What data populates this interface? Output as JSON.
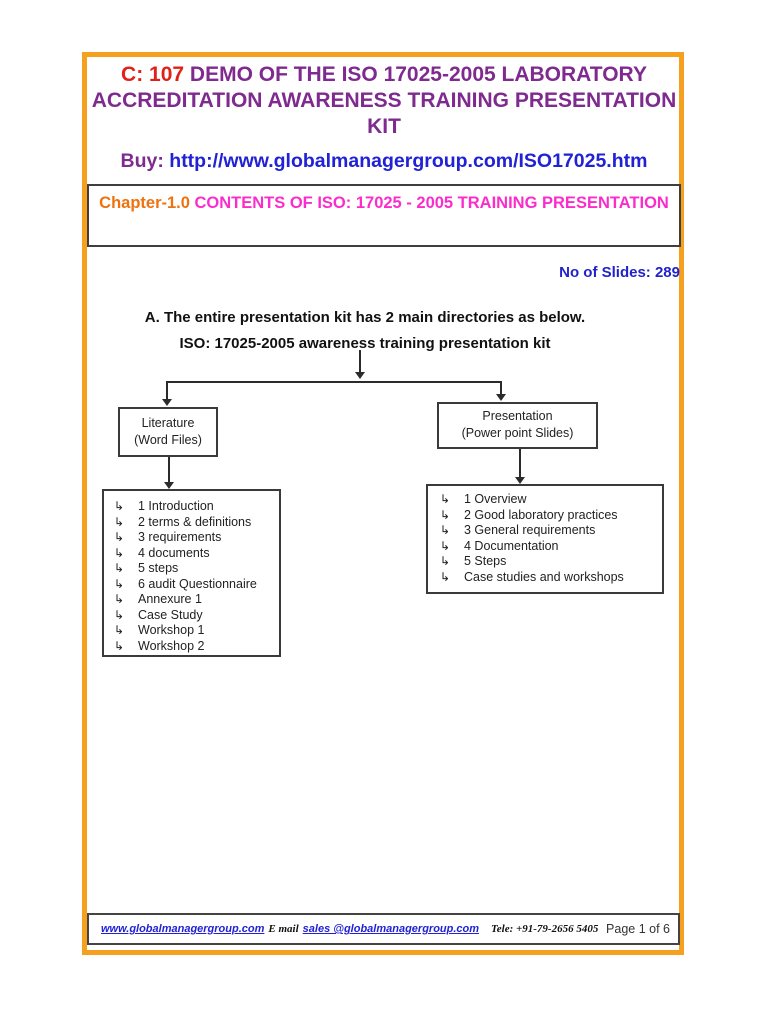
{
  "colors": {
    "frame-orange": "#F5A01E",
    "title-purple": "#7E2A8E",
    "title-red": "#E02119",
    "link-blue": "#2121D6",
    "chapter-orange": "#EE720D",
    "chapter-magenta": "#FB2CCB",
    "slides-blue": "#2222CC",
    "line-black": "#2B2B2B"
  },
  "header": {
    "title_prefix": "C: 107",
    "title_rest": " DEMO OF THE ISO 17025-2005 LABORATORY ACCREDITATION AWARENESS TRAINING PRESENTATION KIT",
    "buy_label": "Buy: ",
    "buy_url": "http://www.globalmanagergroup.com/ISO17025.htm",
    "chapter_label": "Chapter-1.0 ",
    "chapter_title": "CONTENTS OF ISO: 17025 - 2005 TRAINING PRESENTATION",
    "slides_count": "No of Slides: 289"
  },
  "section": {
    "heading_line1": "A. The entire presentation kit has 2 main directories as below.",
    "heading_line2": "ISO: 17025-2005 awareness training presentation kit"
  },
  "diagram": {
    "bullet": "↳",
    "left_node": {
      "line1": "Literature",
      "line2": "(Word Files)"
    },
    "right_node": {
      "line1": "Presentation",
      "line2": "(Power point Slides)"
    },
    "left_items": [
      "1 Introduction",
      "2 terms & definitions",
      "3 requirements",
      "4 documents",
      "5 steps",
      "6 audit Questionnaire",
      "Annexure 1",
      "Case Study",
      "Workshop 1",
      "Workshop 2"
    ],
    "right_items": [
      "1 Overview",
      "2 Good laboratory practices",
      "3 General requirements",
      "4 Documentation",
      "5 Steps",
      "Case studies and workshops"
    ]
  },
  "footer": {
    "website": "www.globalmanagergroup.com",
    "email_label": "E mail",
    "email": "sales @globalmanagergroup.com",
    "tele": "Tele: +91-79-2656 5405",
    "page_indicator": "Page 1 of 6"
  }
}
